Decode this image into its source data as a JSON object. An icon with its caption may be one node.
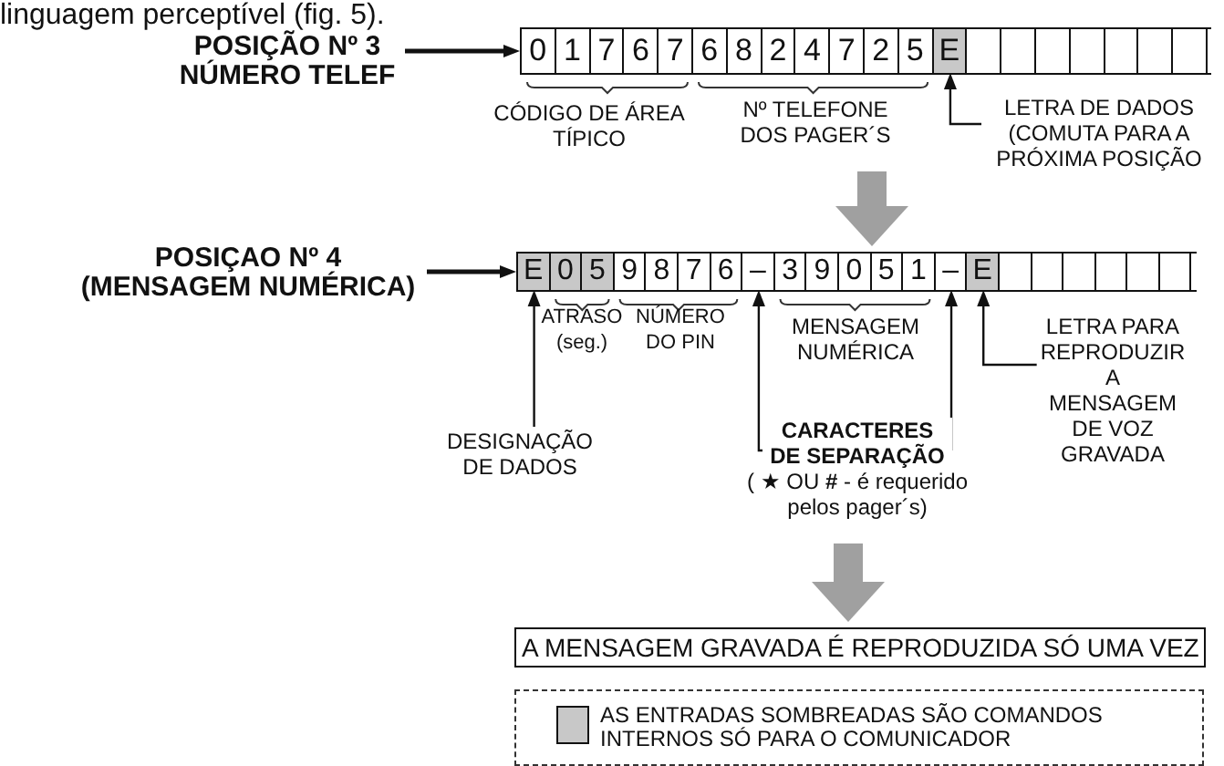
{
  "diagram": {
    "nodes": [
      {
        "text": [
          "POSIÇÃO Nº 3 NÚMERO TELEF"
        ]
      },
      {
        "text": [],
        "shape": "box"
      },
      {
        "text": [
          "0"
        ],
        "in": 1
      },
      {
        "text": [
          "1"
        ],
        "in": 1
      },
      {
        "text": [
          "7"
        ],
        "in": 1
      },
      {
        "text": [
          "6"
        ],
        "in": 1
      },
      {
        "text": [
          "7"
        ],
        "in": 1
      },
      {
        "text": [
          "6"
        ],
        "in": 1
      },
      {
        "text": [
          "8"
        ],
        "in": 1
      },
      {
        "text": [
          "2"
        ],
        "in": 1
      },
      {
        "text": [
          "4"
        ],
        "in": 1
      },
      {
        "text": [
          "7"
        ],
        "in": 1
      },
      {
        "text": [
          "2"
        ],
        "in": 1
      },
      {
        "text": [
          "5"
        ],
        "in": 1
      },
      {
        "text": [
          "E"
        ],
        "in": 1
      },
      {
        "text": [],
        "shape": "box",
        "in": 1
      },
      {
        "text": [],
        "shape": "box",
        "in": 1
      },
      {
        "text": [],
        "shape": "box",
        "in": 1
      },
      {
        "text": [],
        "shape": "box",
        "in": 1
      },
      {
        "text": [],
        "shape": "box",
        "in": 1
      },
      {
        "text": [],
        "shape": "box",
        "in": 1
      },
      {
        "text": [],
        "shape": "box",
        "in": 1
      },
      {
        "text": [
          "LETRA DE DADOS (COMUTA PARA A PRÓXIMA POSIÇÃO"
        ]
      },
      {
        "text": [
          "POSIÇAO Nº 4 (MENSAGEM NUMÉRICA)"
        ]
      },
      {
        "text": [],
        "shape": "box"
      },
      {
        "text": [
          "E"
        ],
        "in": 24
      },
      {
        "text": [
          "0"
        ],
        "in": 24
      },
      {
        "text": [
          "5"
        ],
        "in": 24
      },
      {
        "text": [
          "9"
        ],
        "in": 24
      },
      {
        "text": [
          "8"
        ],
        "in": 24
      },
      {
        "text": [
          "7"
        ],
        "in": 24
      },
      {
        "text": [
          "6"
        ],
        "in": 24
      },
      {
        "text": [
          "–"
        ],
        "in": 24
      },
      {
        "text": [
          "3"
        ],
        "in": 24
      },
      {
        "text": [
          "9"
        ],
        "in": 24
      },
      {
        "text": [
          "0"
        ],
        "in": 24
      },
      {
        "text": [
          "5"
        ],
        "in": 24
      },
      {
        "text": [
          "1"
        ],
        "in": 24
      },
      {
        "text": [
          "–"
        ],
        "in": 24
      },
      {
        "text": [
          "E"
        ],
        "in": 24
      },
      {
        "text": [],
        "shape": "box",
        "in": 24
      },
      {
        "text": [],
        "shape": "box",
        "in": 24
      },
      {
        "text": [],
        "shape": "box",
        "in": 24
      },
      {
        "text": [],
        "shape": "box",
        "in": 24
      },
      {
        "text": [],
        "shape": "box",
        "in": 24
      },
      {
        "text": [],
        "shape": "box",
        "in": 24
      },
      {
        "text": [
          "LETRA PARA REPRODUZIR A MENSAGEM DE VOZ GRAVADA"
        ]
      },
      {
        "text": [
          "DESIGNAÇÃO DE DADOS"
        ]
      },
      {
        "text": [
          "CARACTERES DE SEPARAÇÃO",
          "( ★ OU **#** -  é requerido pelos pager´s)"
        ]
      },
      {
        "text": [
          "A MENSAGEM GRAVADA É REPRODUZIDA SÓ UMA VEZ"
        ]
      }
    ],
    "edges": [
      {
        "from": 0,
        "to": 1,
        "arrow": "to"
      },
      {
        "from": 22,
        "to": 14,
        "arrow": "to"
      },
      {
        "from": null,
        "to": 24,
        "arrow": "to",
        "style": "thick",
        "color": "#a0a0a0"
      },
      {
        "from": 23,
        "to": 24,
        "arrow": "to"
      },
      {
        "from": 47,
        "to": 25,
        "arrow": "to"
      },
      {
        "from": 48,
        "to": 32,
        "arrow": "to"
      },
      {
        "from": 48,
        "to": 38,
        "arrow": "to"
      },
      {
        "from": 46,
        "to": 39,
        "arrow": "to"
      },
      {
        "from": null,
        "to": 49,
        "arrow": "to",
        "style": "thick",
        "color": "#a0a0a0"
      }
    ],
    "labels": [
      "linguagem perceptível (fig. 5).",
      "CÓDIGO DE ÁREA TÍPICO",
      "Nº TELEFONE DOS PAGER´S",
      "ATRASO (seg.)",
      "NÚMERO DO PIN",
      "MENSAGEM NUMÉRICA"
    ],
    "legend": [
      {
        "text": "AS ENTRADAS SOMBREADAS SÃO COMANDOS INTERNOS SÓ PARA O COMUNICADOR",
        "color": "#c8c8c8"
      }
    ]
  }
}
